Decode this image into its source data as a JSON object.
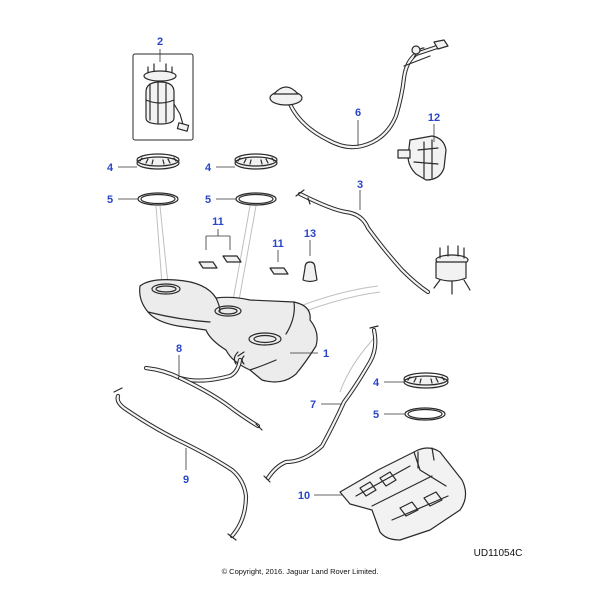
{
  "callouts": {
    "p1": "1",
    "p2": "2",
    "p3": "3",
    "p4a": "4",
    "p4b": "4",
    "p4c": "4",
    "p5a": "5",
    "p5b": "5",
    "p5c": "5",
    "p6": "6",
    "p7": "7",
    "p8": "8",
    "p9": "9",
    "p10": "10",
    "p11a": "11",
    "p11b": "11",
    "p12": "12",
    "p13": "13"
  },
  "drawing_code": "UD11054C",
  "copyright": "© Copyright, 2016. Jaguar Land Rover Limited.",
  "colors": {
    "callout": "#2a45c8",
    "line": "#2a2a2a"
  }
}
